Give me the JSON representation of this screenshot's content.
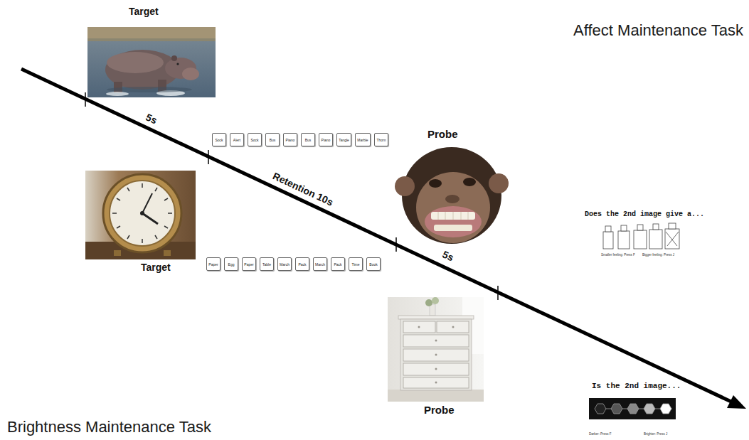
{
  "diagram": {
    "nodes": [
      {
        "text": [
          "Sock"
        ]
      },
      {
        "text": [
          "Alert"
        ]
      },
      {
        "text": [
          "Sock"
        ]
      },
      {
        "text": [
          "Bus"
        ]
      },
      {
        "text": [
          "Piano"
        ]
      },
      {
        "text": [
          "Bus"
        ]
      },
      {
        "text": [
          "Piano"
        ]
      },
      {
        "text": [
          "Tangle"
        ]
      },
      {
        "text": [
          "Marble"
        ]
      },
      {
        "text": [
          "Thorn"
        ]
      },
      {
        "text": [
          "Paper"
        ]
      },
      {
        "text": [
          "Egg"
        ]
      },
      {
        "text": [
          "Paper"
        ]
      },
      {
        "text": [
          "Table"
        ]
      },
      {
        "text": [
          "March"
        ]
      },
      {
        "text": [
          "Pack"
        ]
      },
      {
        "text": [
          "March"
        ]
      },
      {
        "text": [
          "Pack"
        ]
      },
      {
        "text": [
          "Time"
        ]
      },
      {
        "text": [
          "Book"
        ]
      }
    ],
    "labels": [
      "Target",
      "Affect Maintenance Task",
      "5s",
      "Retention 10s",
      "Probe",
      "Does the 2nd image give a...",
      "Smaller feeling: Press F",
      "Bigger feeling: Press J",
      "Target",
      "5s",
      "Probe",
      "Is the 2nd image...",
      "Darker: Press F",
      "Brighter: Press J",
      "Brightness Maintenance Task"
    ]
  }
}
